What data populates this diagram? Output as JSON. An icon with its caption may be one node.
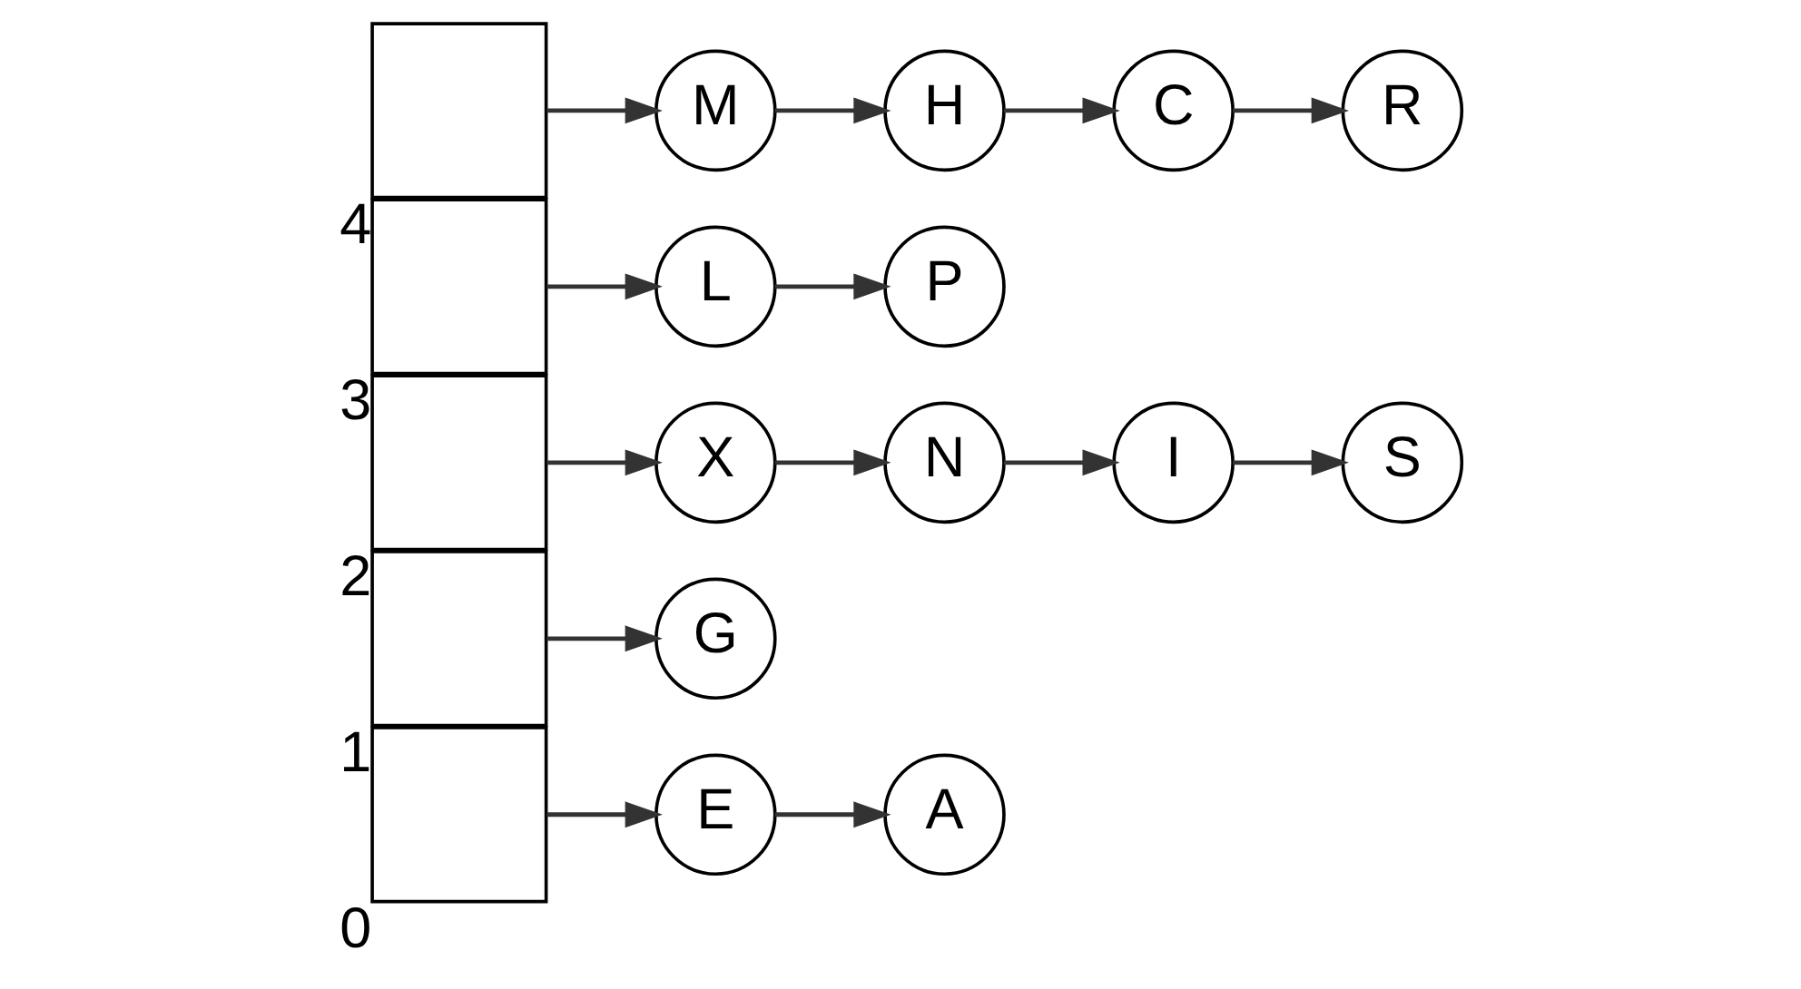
{
  "diagram": {
    "nodes": [
      {
        "text": [],
        "shape": "box",
        "beside": [
          "0"
        ]
      },
      {
        "text": [],
        "shape": "box",
        "beside": [
          "1"
        ]
      },
      {
        "text": [],
        "shape": "box",
        "beside": [
          "2"
        ]
      },
      {
        "text": [],
        "shape": "box",
        "beside": [
          "3"
        ]
      },
      {
        "text": [],
        "shape": "box",
        "beside": [
          "4"
        ]
      },
      {
        "text": [
          "E"
        ]
      },
      {
        "text": [
          "A"
        ]
      },
      {
        "text": [
          "G"
        ]
      },
      {
        "text": [
          "X"
        ]
      },
      {
        "text": [
          "N"
        ]
      },
      {
        "text": [
          "I"
        ]
      },
      {
        "text": [
          "S"
        ]
      },
      {
        "text": [
          "L"
        ]
      },
      {
        "text": [
          "P"
        ]
      },
      {
        "text": [
          "M"
        ]
      },
      {
        "text": [
          "H"
        ]
      },
      {
        "text": [
          "C"
        ]
      },
      {
        "text": [
          "R"
        ]
      }
    ],
    "edges": [
      {
        "from": 0,
        "to": 5,
        "arrow": "to"
      },
      {
        "from": 5,
        "to": 6,
        "arrow": "to"
      },
      {
        "from": 1,
        "to": 7,
        "arrow": "to"
      },
      {
        "from": 2,
        "to": 8,
        "arrow": "to"
      },
      {
        "from": 8,
        "to": 9,
        "arrow": "to"
      },
      {
        "from": 9,
        "to": 10,
        "arrow": "to"
      },
      {
        "from": 10,
        "to": 11,
        "arrow": "to"
      },
      {
        "from": 3,
        "to": 12,
        "arrow": "to"
      },
      {
        "from": 12,
        "to": 13,
        "arrow": "to"
      },
      {
        "from": 4,
        "to": 14,
        "arrow": "to"
      },
      {
        "from": 14,
        "to": 15,
        "arrow": "to"
      },
      {
        "from": 15,
        "to": 16,
        "arrow": "to"
      },
      {
        "from": 16,
        "to": 17,
        "arrow": "to"
      }
    ]
  }
}
